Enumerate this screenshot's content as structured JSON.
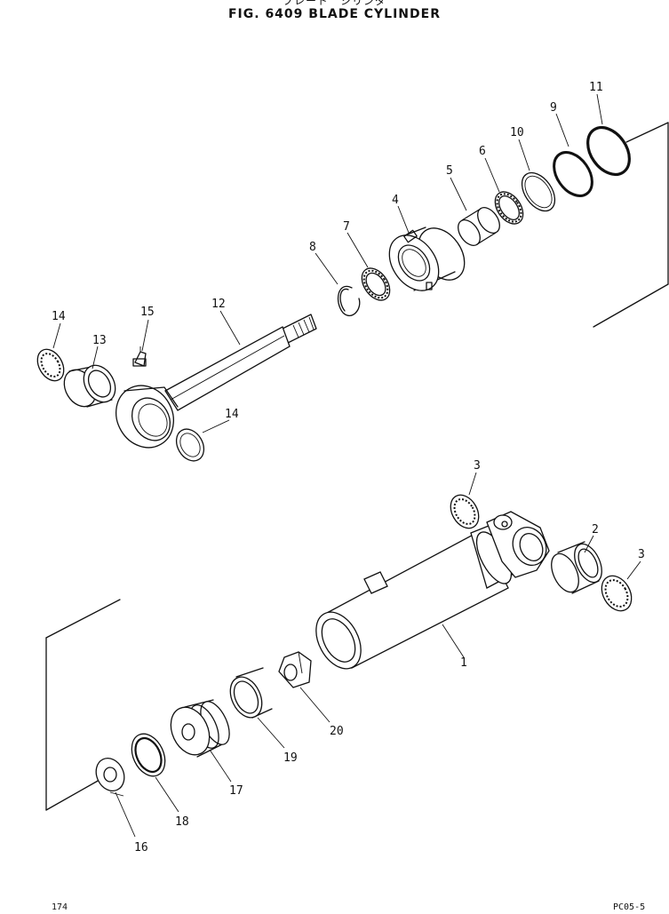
{
  "header": {
    "title_jp": "ブレード　シリンダ",
    "title": "FIG. 6409   BLADE CYLINDER"
  },
  "footer": {
    "page_number": "174",
    "code": "PC05-5"
  },
  "callouts": [
    {
      "id": "1",
      "text": "1"
    },
    {
      "id": "2",
      "text": "2"
    },
    {
      "id": "3a",
      "text": "3"
    },
    {
      "id": "3b",
      "text": "3"
    },
    {
      "id": "4",
      "text": "4"
    },
    {
      "id": "5",
      "text": "5"
    },
    {
      "id": "6",
      "text": "6"
    },
    {
      "id": "7",
      "text": "7"
    },
    {
      "id": "8",
      "text": "8"
    },
    {
      "id": "9",
      "text": "9"
    },
    {
      "id": "10",
      "text": "10"
    },
    {
      "id": "11",
      "text": "11"
    },
    {
      "id": "12",
      "text": "12"
    },
    {
      "id": "13",
      "text": "13"
    },
    {
      "id": "14a",
      "text": "14"
    },
    {
      "id": "14b",
      "text": "14"
    },
    {
      "id": "15",
      "text": "15"
    },
    {
      "id": "16",
      "text": "16"
    },
    {
      "id": "17",
      "text": "17"
    },
    {
      "id": "18",
      "text": "18"
    },
    {
      "id": "19",
      "text": "19"
    },
    {
      "id": "20",
      "text": "20"
    }
  ]
}
